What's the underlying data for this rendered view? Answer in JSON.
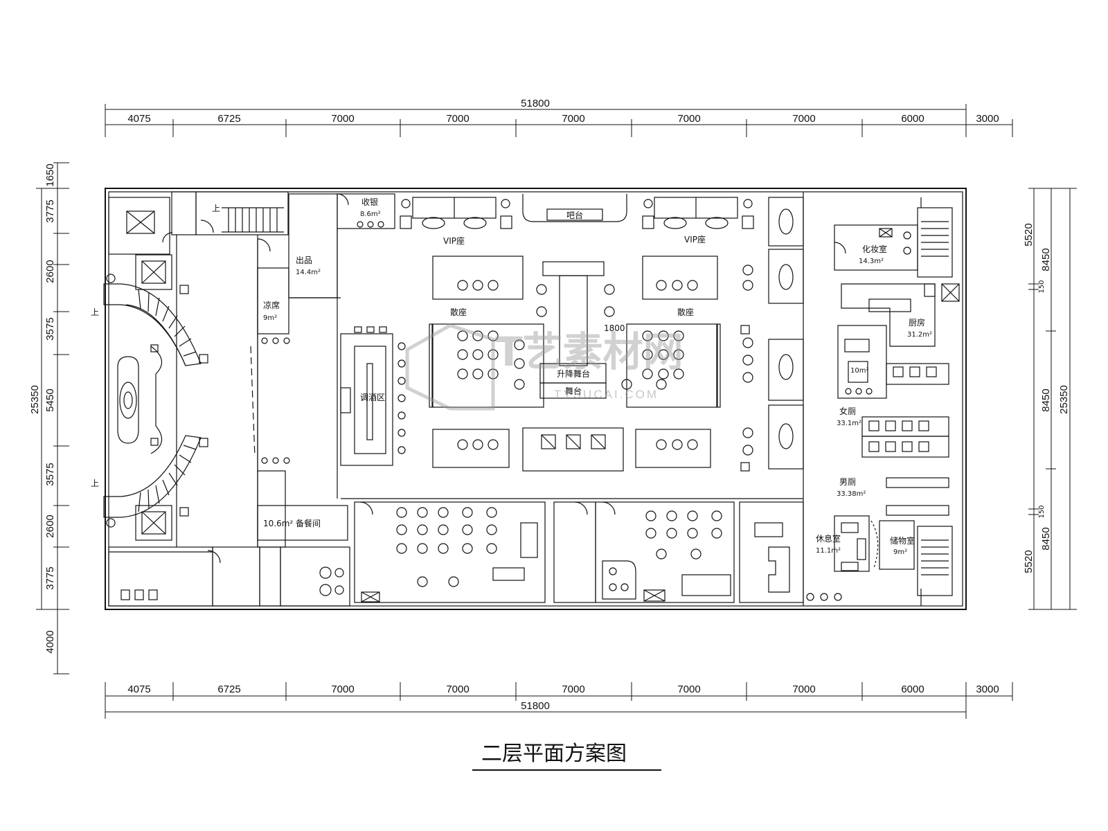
{
  "dimensions": {
    "total_width": "51800",
    "top_segments": [
      "4075",
      "6725",
      "7000",
      "7000",
      "7000",
      "7000",
      "7000",
      "6000",
      "3000"
    ],
    "bottom_segments": [
      "4075",
      "6725",
      "7000",
      "7000",
      "7000",
      "7000",
      "7000",
      "6000",
      "3000"
    ],
    "left_total": "25350",
    "left_segments": [
      "1650",
      "3775",
      "2600",
      "3575",
      "5450",
      "3575",
      "2600",
      "3775",
      "4000"
    ],
    "right_total": "25350",
    "right_outer": [
      "8450",
      "8450",
      "8450"
    ],
    "right_inner": [
      "5520",
      "150",
      "150",
      "5520"
    ]
  },
  "rooms": {
    "bar_counter": "吧台",
    "vip_left": "VIP座",
    "vip_right": "VIP座",
    "scatter_left": "散座",
    "scatter_right": "散座",
    "stage_size": "1800",
    "lift_stage": "升降舞台",
    "dance_floor": "舞台",
    "receiving": "收银",
    "receiving_area": "8.6m²",
    "dish_out": "出品",
    "dish_out_area": "14.4m²",
    "cool_seat": "凉席",
    "cool_seat_area": "9m²",
    "wine_bar": "调酒区",
    "pantry": "10.6m² 备餐间",
    "dressing": "化妆室",
    "dressing_area": "14.3m²",
    "kitchen": "厨房",
    "kitchen_area": "31.2m²",
    "small_room_area": "10m²",
    "female_wc": "女厕",
    "female_wc_area": "33.1m²",
    "male_wc": "男厕",
    "male_wc_area": "33.38m²",
    "rest_room": "休息室",
    "rest_room_area": "11.1m²",
    "storage": "储物室",
    "storage_area": "9m²",
    "up_arrow_1": "上",
    "up_arrow_2": "上",
    "up_arrow_3": "上"
  },
  "watermark": {
    "main": "T艺素材网",
    "sub": "TYSUCAI.COM"
  },
  "title": "二层平面方案图"
}
